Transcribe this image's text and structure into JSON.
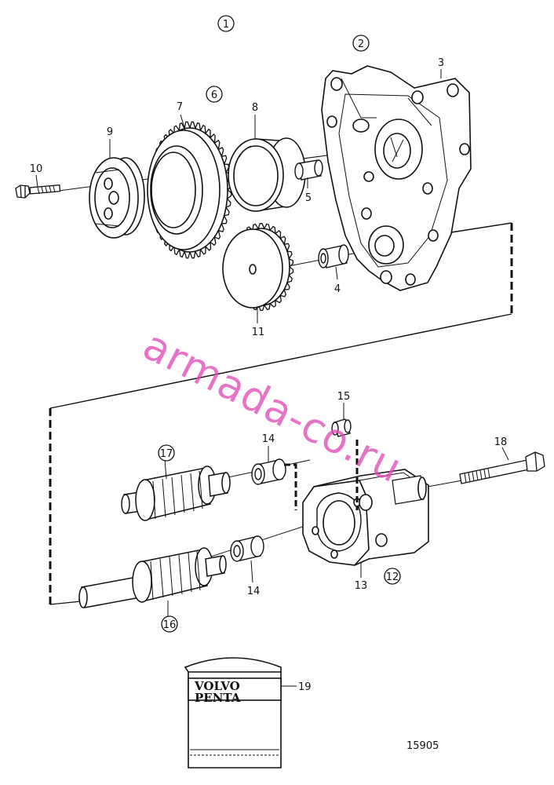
{
  "callouts": {
    "c1": "1",
    "c2": "2",
    "c3": "3",
    "c4": "4",
    "c5": "5",
    "c6": "6",
    "c7": "7",
    "c8": "8",
    "c9": "9",
    "c10": "10",
    "c11": "11",
    "c12": "12",
    "c13": "13",
    "c14a": "14",
    "c14b": "14",
    "c15": "15",
    "c16": "16",
    "c17": "17",
    "c18": "18",
    "c19": "19"
  },
  "packet": {
    "brand_line1": "VOLVO",
    "brand_line2": "PENTA"
  },
  "drawing_number": "15905",
  "watermark": "armada-co.ru"
}
